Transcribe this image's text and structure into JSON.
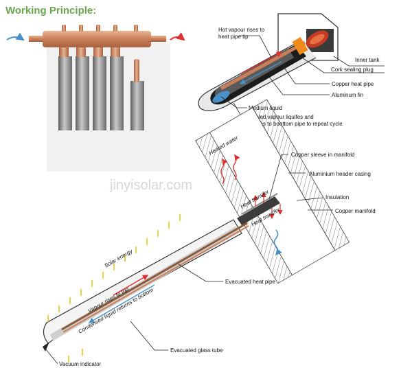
{
  "header": {
    "title": "Working Principle:"
  },
  "watermark": "jinyisolar.com",
  "colors": {
    "title": "#6aa84f",
    "copper": "#c87f5a",
    "tube": "#8a8a8a",
    "flow_in": "#4a90c8",
    "flow_out": "#e03030",
    "sun": "#e6c200"
  },
  "top_right_labels": {
    "hot_vapour": "Hot vapour rises to",
    "hot_vapour2": "heat pipe tip",
    "inner_tank": "Inner tank",
    "cork_plug": "Cork sealing plug",
    "copper_pipe": "Copper heat pipe",
    "aluminum_fin": "Aluminum fin",
    "medium_liquid": "Medium liquid",
    "cooled_vapour": "Cooled vapour liquifes and",
    "cooled_vapour2": "returns to boottom pipe to repeat cycle"
  },
  "bottom_labels": {
    "heated_water": "Heated water",
    "copper_sleeve": "Copper sleeve in manifold",
    "aluminium_header": "Aluminium header casing",
    "insulation": "Insulation",
    "copper_manifold": "Copper manifold",
    "heat_transfer_1": "Heat transfer",
    "heat_transfer_2": "Heat transfer",
    "solar_energy": "Solar energy",
    "vapour_rises": "Vapour rises to top",
    "condensed_liquid": "Condensed liquid returns to bottom",
    "evacuated_heat_pipe": "Evacuated heat pipe",
    "evacuated_glass_tube": "Evacuated glass tube",
    "vacuum_indicator": "Vacuum indicator"
  }
}
